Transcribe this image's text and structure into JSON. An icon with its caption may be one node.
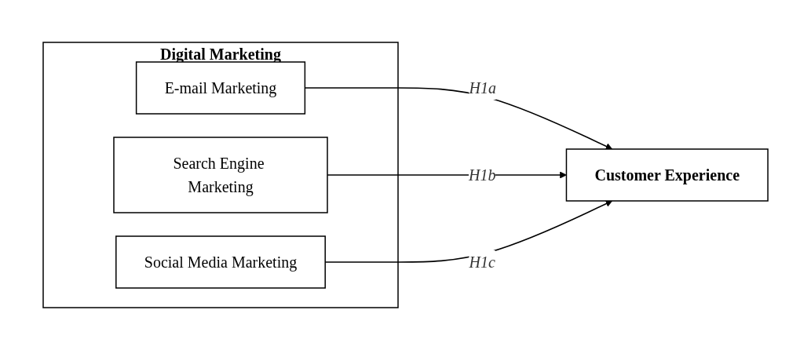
{
  "diagram": {
    "nodes": [
      {
        "text": [
          "Digital Marketing"
        ]
      },
      {
        "text": [
          "E-mail Marketing"
        ],
        "in": 0
      },
      {
        "text": [
          "Search Engine Marketing"
        ],
        "in": 0
      },
      {
        "text": [
          "Social Media Marketing"
        ],
        "in": 0
      },
      {
        "text": [
          "Customer Experience"
        ]
      }
    ],
    "edges": [
      {
        "from": 1,
        "to": 4,
        "arrow": "to",
        "label": "H1a"
      },
      {
        "from": 2,
        "to": 4,
        "arrow": "to",
        "label": "H1b"
      },
      {
        "from": 3,
        "to": 4,
        "arrow": "to",
        "label": "H1c"
      }
    ]
  }
}
